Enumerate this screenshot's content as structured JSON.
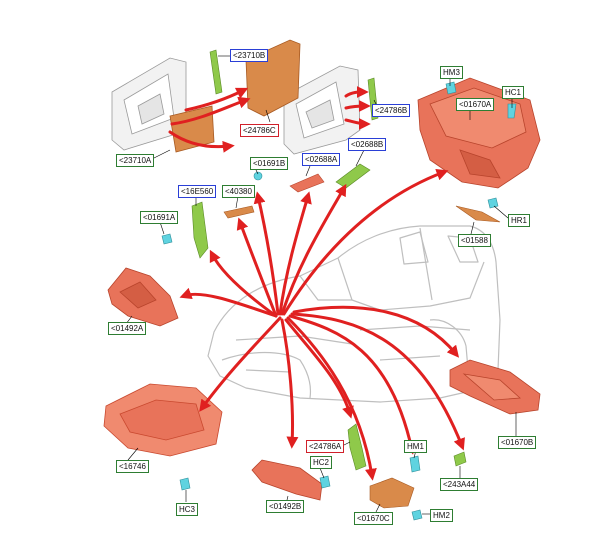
{
  "diagram": {
    "colors": {
      "arrow": "#e02020",
      "part_fill": "#e8735a",
      "part_dark": "#c9492f",
      "foam_fill": "#d98a4a",
      "seal_green": "#8fc94a",
      "clip_cyan": "#5fd3e0",
      "vehicle_line": "#bfbfbf",
      "label_border_green": "#2e7d32",
      "label_border_blue": "#2a3fd6",
      "label_border_red": "#d0202a"
    },
    "labels": {
      "l23710B": "<23710B",
      "l24786C": "<24786C",
      "l24786B": "<24786B",
      "l23710A": "<23710A",
      "lHM3": "HM3",
      "l01670A": "<01670A",
      "lHC1": "HC1",
      "lHR1": "HR1",
      "l01588": "<01588",
      "l01691B": "<01691B",
      "l02688A": "<02688A",
      "l02688B": "<02688B",
      "l16E560": "<16E560",
      "l40380": "<40380",
      "l01691A": "<01691A",
      "l01492A": "<01492A",
      "l16746": "<16746",
      "lHC3": "HC3",
      "l24786A": "<24786A",
      "lHC2": "HC2",
      "l01492B": "<01492B",
      "lHM1": "HM1",
      "l01670C": "<01670C",
      "lHM2": "HM2",
      "l243A44": "<243A44",
      "l01670B": "<01670B"
    }
  }
}
